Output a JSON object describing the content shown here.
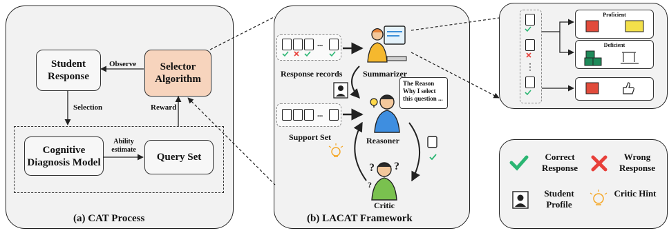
{
  "cat": {
    "title": "(a) CAT Process",
    "student_response": "Student Response",
    "selector_algorithm": "Selector Algorithm",
    "cognitive_diagnosis_model": "Cognitive Diagnosis Model",
    "query_set": "Query Set",
    "observe": "Observe",
    "selection": "Selection",
    "reward": "Reward",
    "ability_estimate": "Ability estimate"
  },
  "lacat": {
    "title": "(b) LACAT Framework",
    "response_records": "Response records",
    "summarizer": "Summarizer",
    "support_set": "Support Set",
    "reasoner": "Reasoner",
    "critic": "Critic",
    "speech": "The Reason Why I select this question ...",
    "dots": "..."
  },
  "detail": {
    "proficient": "Proficient",
    "deficient": "Deficient"
  },
  "legend": {
    "correct": "Correct Response",
    "wrong": "Wrong Response",
    "student_profile": "Student Profile",
    "critic_hint": "Critic Hint"
  },
  "colors": {
    "selector_fill": "#f7d4bd",
    "correct": "#2bb673",
    "wrong": "#e8403a",
    "hint": "#f5a623",
    "panel": "#f2f2f2"
  }
}
